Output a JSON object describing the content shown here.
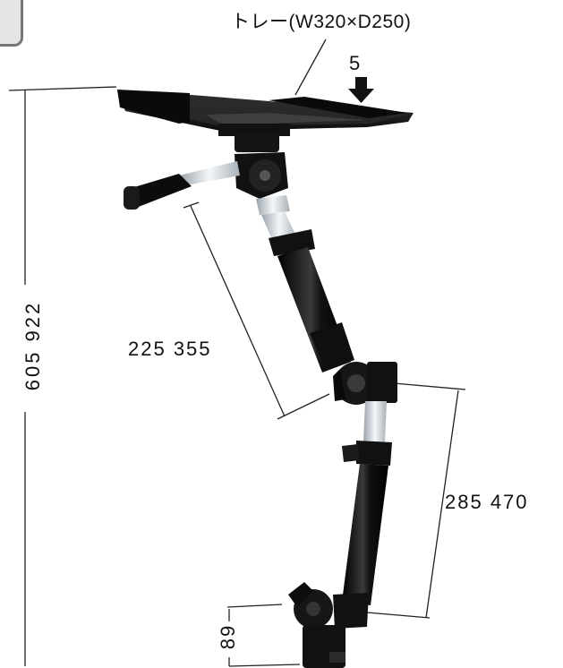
{
  "labels": {
    "tray": "トレー(W320×D250)",
    "tilt_value": "5",
    "upper_arm": "225 355",
    "total_height": "605 922",
    "lower_arm": "285 470",
    "base": "89"
  },
  "colors": {
    "line": "#222222",
    "metal_black": "#1a1a1a",
    "chrome": "#d6dde2"
  }
}
